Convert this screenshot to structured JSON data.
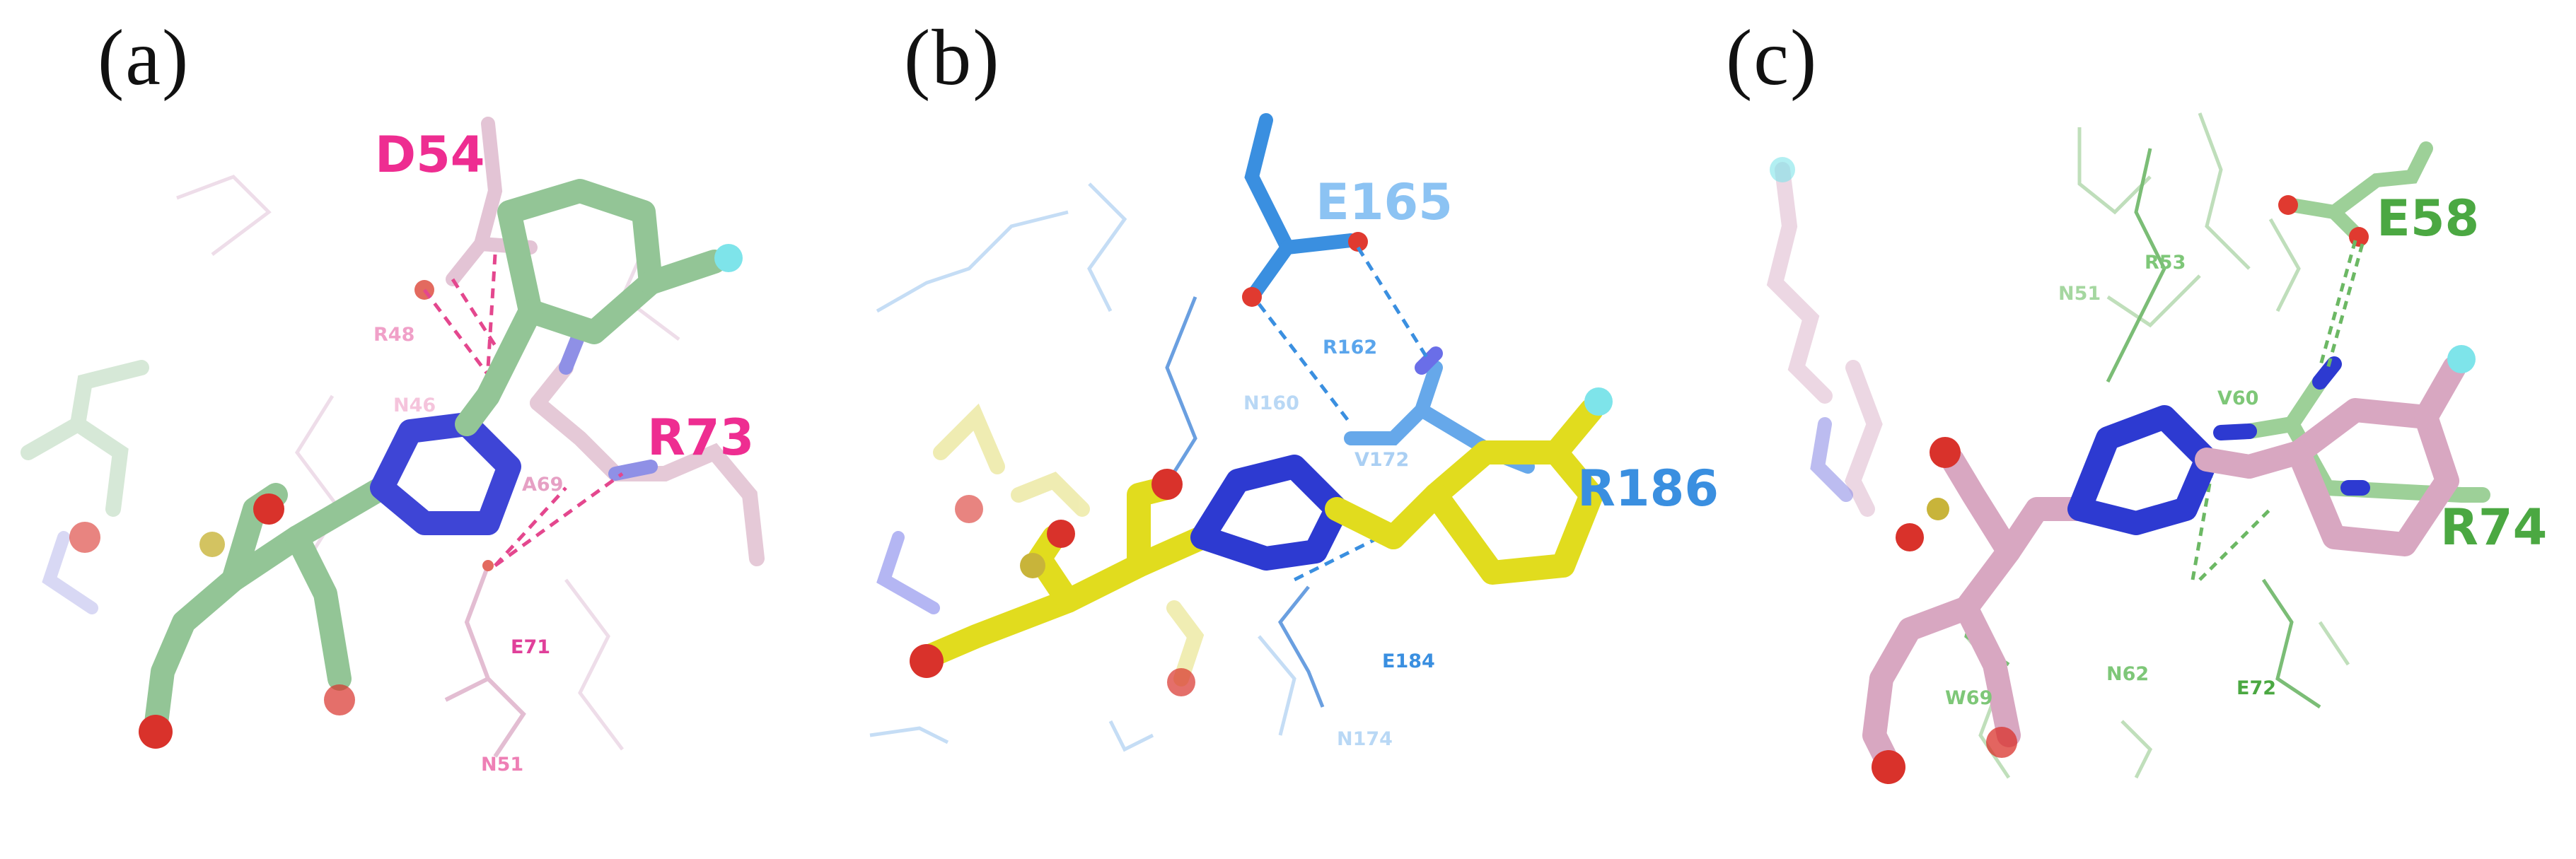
{
  "panels": [
    {
      "label": "(a)",
      "ligand_color": "#93c596",
      "label_color": "#ee2d91",
      "residues_major": [
        "D54",
        "R73"
      ],
      "residues_minor": [
        "R48",
        "N46",
        "A69",
        "E71",
        "N51"
      ]
    },
    {
      "label": "(b)",
      "ligand_color": "#e1dc1e",
      "label_color_dark": "#3a8fe0",
      "label_color_light": "#8cc3f3",
      "residues_major": [
        "E165",
        "R186"
      ],
      "residues_minor": [
        "R162",
        "N160",
        "V172",
        "E184",
        "N174"
      ]
    },
    {
      "label": "(c)",
      "ligand_color": "#d8a7c1",
      "label_color": "#4ba842",
      "residues_major": [
        "E58",
        "R74"
      ],
      "residues_minor": [
        "R53",
        "N51",
        "V60",
        "N62",
        "E72",
        "W69"
      ]
    }
  ]
}
